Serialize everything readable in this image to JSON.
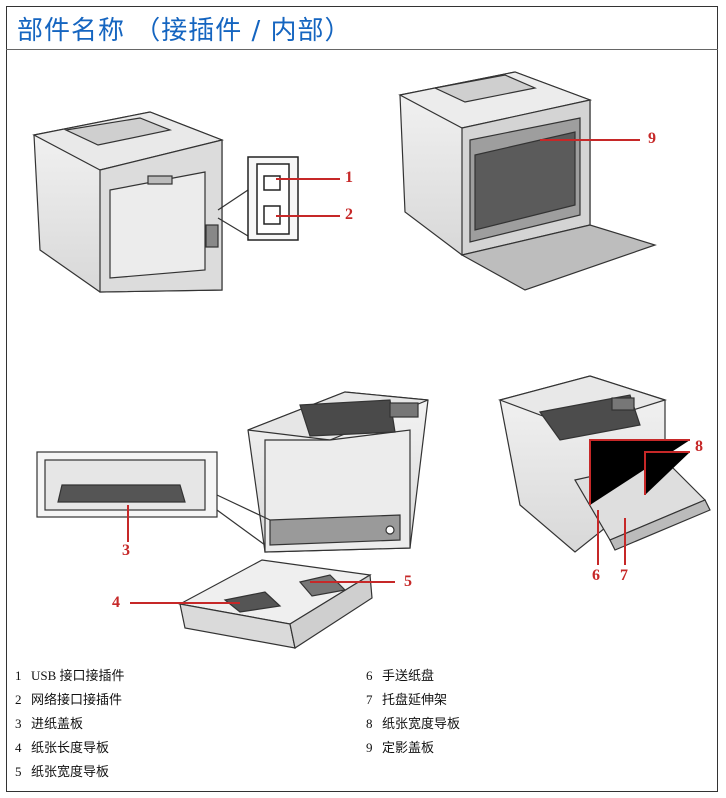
{
  "title": "部件名称 （接插件 / 内部）",
  "callouts": {
    "c1": "1",
    "c2": "2",
    "c3": "3",
    "c4": "4",
    "c5": "5",
    "c6": "6",
    "c7": "7",
    "c8": "8",
    "c9": "9"
  },
  "legend_left": [
    {
      "num": "1",
      "label": "USB 接口接插件"
    },
    {
      "num": "2",
      "label": "网络接口接插件"
    },
    {
      "num": "3",
      "label": "进纸盖板"
    },
    {
      "num": "4",
      "label": "纸张长度导板"
    },
    {
      "num": "5",
      "label": "纸张宽度导板"
    }
  ],
  "legend_right": [
    {
      "num": "6",
      "label": "手送纸盘"
    },
    {
      "num": "7",
      "label": "托盘延伸架"
    },
    {
      "num": "8",
      "label": "纸张宽度导板"
    },
    {
      "num": "9",
      "label": "定影盖板"
    }
  ],
  "colors": {
    "title": "#1565c0",
    "callout": "#c62828"
  }
}
